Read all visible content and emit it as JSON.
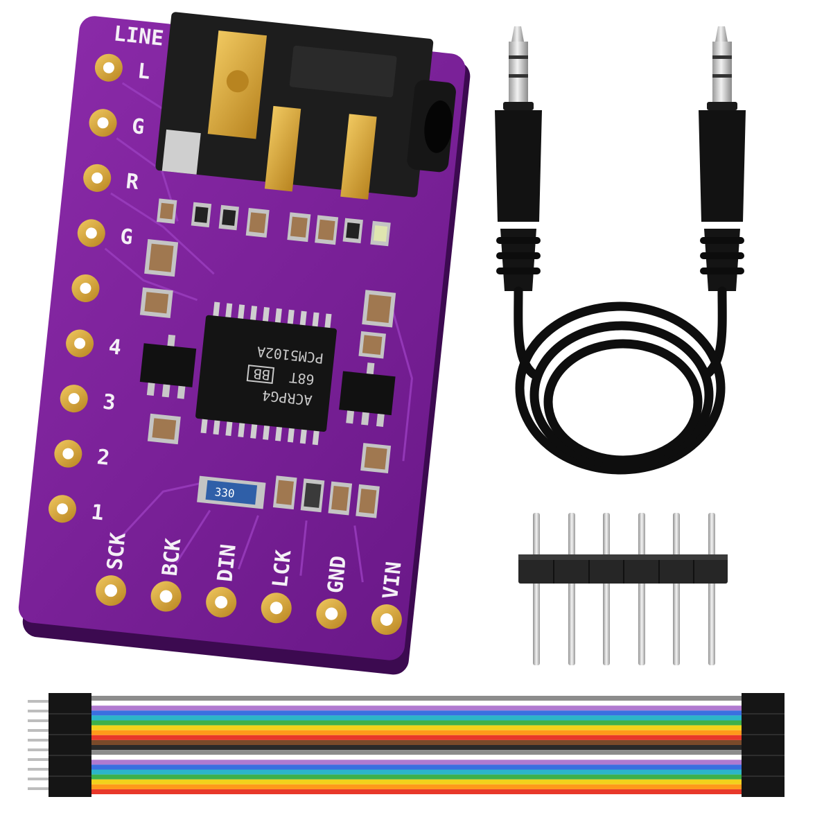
{
  "colors": {
    "pcb": "#7a1f9a",
    "pcb_dark": "#4d0f66",
    "pad_gold": "#d7a43c",
    "jack": "#1a1a1a",
    "cable": "#0e0e0e",
    "pin_metal": "#c8c8c8",
    "header_plastic": "#262626",
    "ribbon_wires": [
      "#8c8c8c",
      "#ffffff",
      "#b07ad0",
      "#3a6fe0",
      "#2cb5c8",
      "#3db04a",
      "#f2d21c",
      "#ff9a1a",
      "#e8382a",
      "#7a4a2a",
      "#2a2a2a",
      "#8c8c8c",
      "#ffffff",
      "#b07ad0",
      "#3a6fe0",
      "#2cb5c8",
      "#3db04a",
      "#f2d21c",
      "#ff9a1a",
      "#e8382a"
    ]
  },
  "board": {
    "jack_label": "LINE",
    "left_labels": [
      "L",
      "G",
      "R",
      "G",
      "4",
      "3",
      "2",
      "1"
    ],
    "bottom_labels": [
      "SCK",
      "BCK",
      "DIN",
      "LCK",
      "GND",
      "VIN"
    ],
    "chip_line1": "ACRPG4",
    "chip_line2": "68T",
    "chip_line3": "PCM5102A",
    "chip_logo": "BB",
    "resistor_label": "330"
  },
  "icons": {
    "audio_cable": "aux-cable-icon",
    "pin_header": "pin-header-icon",
    "jumper_wires": "dupont-ribbon-icon"
  }
}
